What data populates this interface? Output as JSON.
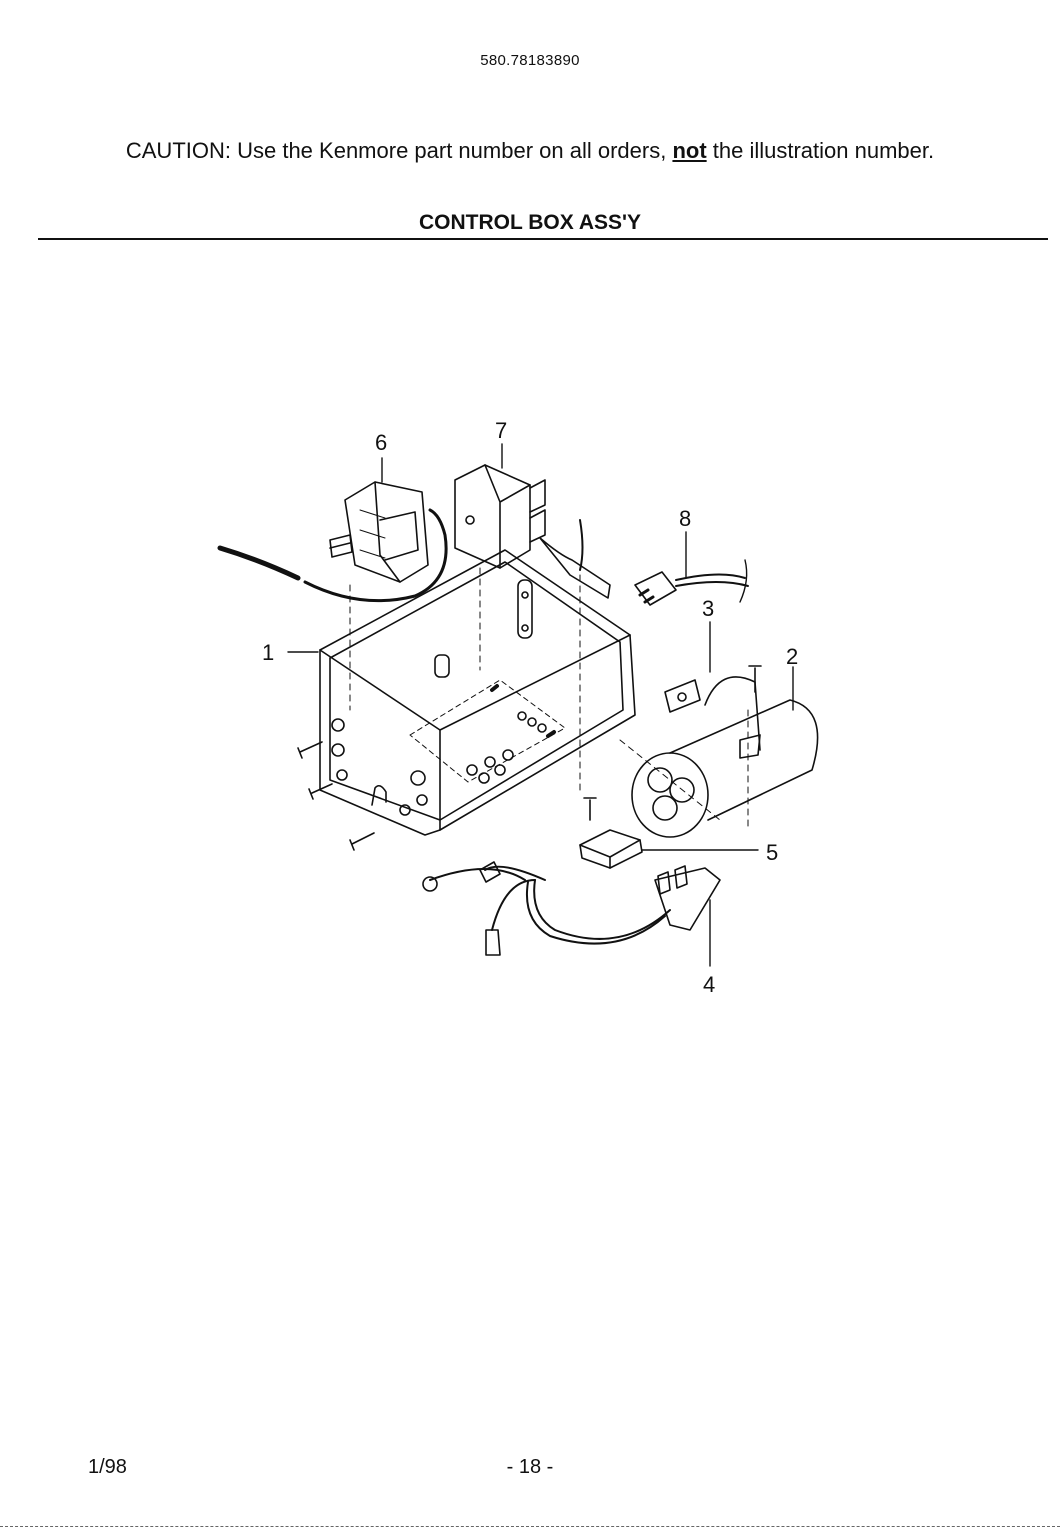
{
  "header": {
    "model_number": "580.78183890"
  },
  "caution": {
    "prefix": "CAUTION: Use the Kenmore part number on all orders, ",
    "emphasis": "not",
    "suffix": " the illustration number."
  },
  "section": {
    "title": "CONTROL BOX ASS'Y"
  },
  "diagram": {
    "callouts": [
      "1",
      "2",
      "3",
      "4",
      "5",
      "6",
      "7",
      "8"
    ]
  },
  "footer": {
    "date": "1/98",
    "page": "- 18 -"
  }
}
